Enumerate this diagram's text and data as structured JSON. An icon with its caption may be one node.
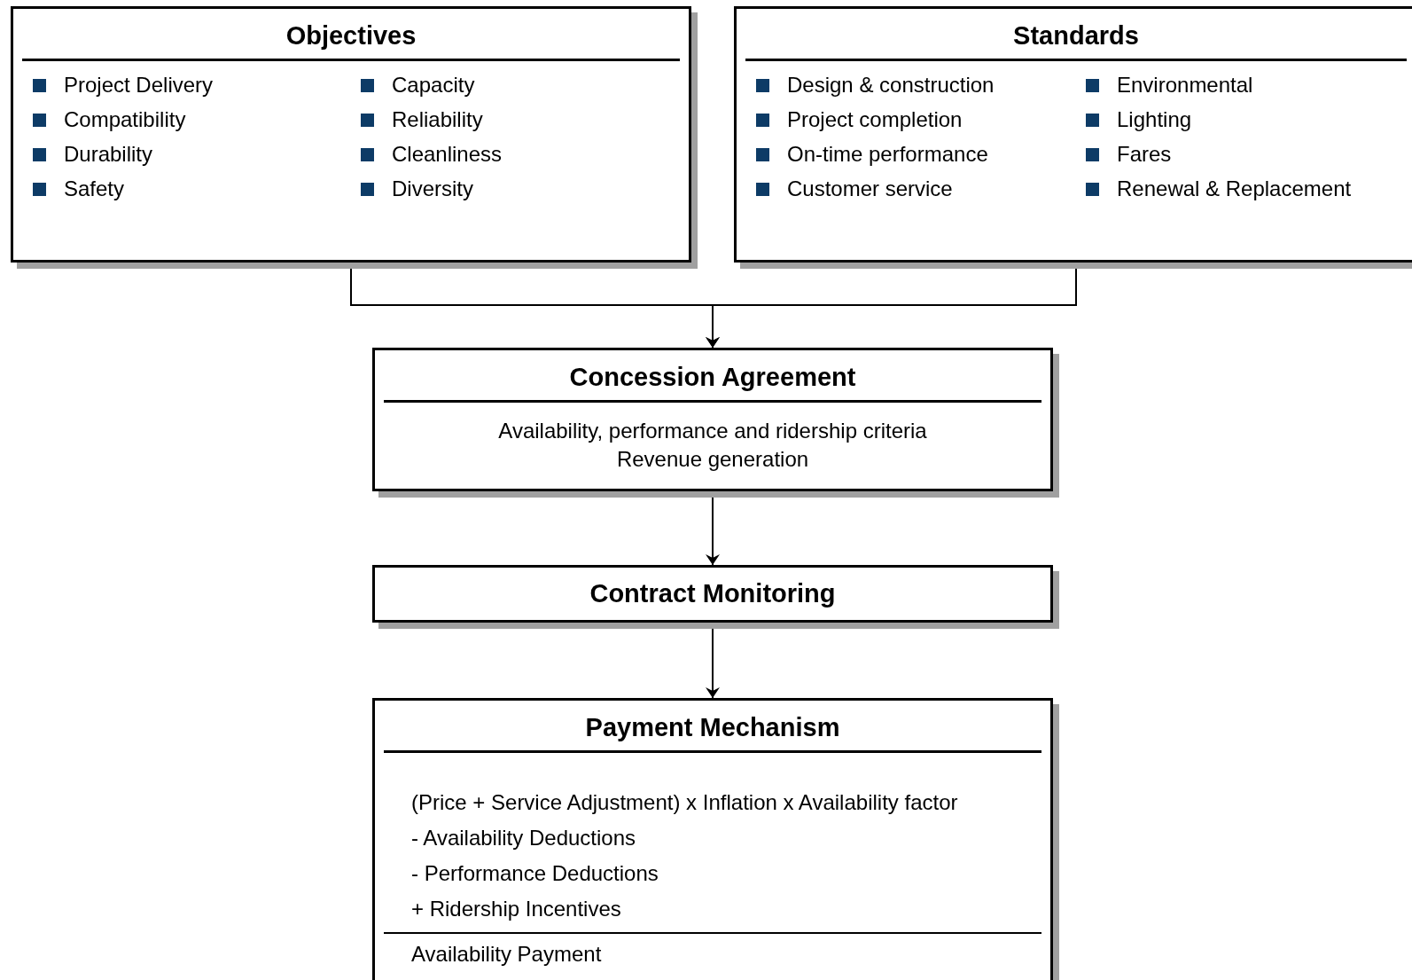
{
  "diagram": {
    "nodes": [
      {
        "text": [
          "Objectives",
          "Project Delivery",
          "Compatibility",
          "Durability",
          "Safety",
          "Capacity",
          "Reliability",
          "Cleanliness",
          "Diversity"
        ]
      },
      {
        "text": [
          "Standards",
          "Design & construction",
          "Project completion",
          "On-time performance",
          "Customer service",
          "Environmental",
          "Lighting",
          "Fares",
          "Renewal & Replacement"
        ]
      },
      {
        "text": [
          "Concession Agreement",
          "Availability, performance and ridership criteria",
          "Revenue generation"
        ]
      },
      {
        "text": [
          "Contract Monitoring"
        ]
      },
      {
        "text": [
          "Payment Mechanism",
          "(Price + Service Adjustment) x Inflation x Availability factor",
          "- Availability Deductions",
          "- Performance Deductions",
          "+ Ridership Incentives",
          "Availability Payment"
        ]
      }
    ],
    "edges": [
      {
        "from": 0,
        "to": 2,
        "arrow": "to"
      },
      {
        "from": 1,
        "to": 2,
        "arrow": "to"
      },
      {
        "from": 2,
        "to": 3,
        "arrow": "to"
      },
      {
        "from": 3,
        "to": 4,
        "arrow": "to"
      }
    ]
  }
}
